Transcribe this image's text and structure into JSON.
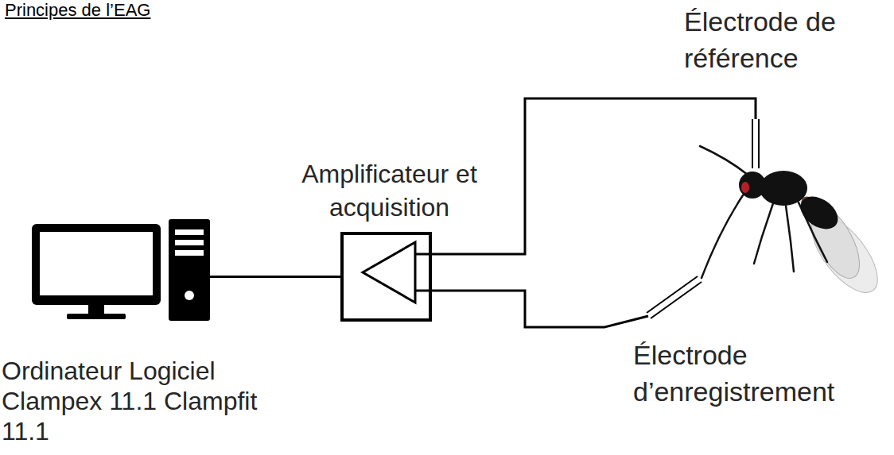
{
  "diagram": {
    "title": "Principes de l’EAG",
    "nodes": [
      {
        "text": [
          "Ordinateur Logiciel Clampex 11.1 Clampfit 11.1"
        ]
      },
      {
        "text": [
          "Amplificateur et acquisition"
        ]
      }
    ],
    "edges": [
      {
        "from": 0,
        "to": 1,
        "arrow": "none"
      }
    ],
    "labels": [
      "Électrode de référence",
      "Électrode d’enregistrement"
    ]
  }
}
